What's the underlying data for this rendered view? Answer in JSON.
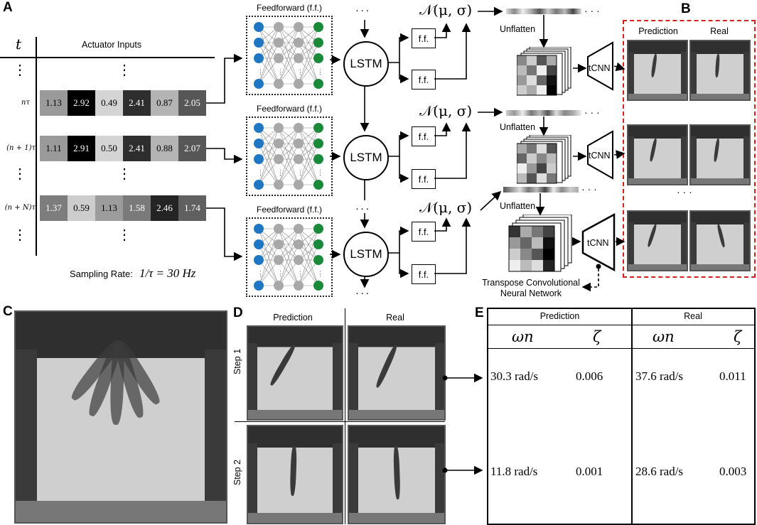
{
  "panels": {
    "a": "A",
    "b": "B",
    "c": "C",
    "d": "D",
    "e": "E"
  },
  "table_a": {
    "t_header": "t",
    "inputs_header": "Actuator Inputs",
    "rows": [
      {
        "label": "nτ",
        "values": [
          "1.13",
          "2.92",
          "0.49",
          "2.41",
          "0.87",
          "2.05"
        ]
      },
      {
        "label": "(n + 1)τ",
        "values": [
          "1.11",
          "2.91",
          "0.50",
          "2.41",
          "0.88",
          "2.07"
        ]
      },
      {
        "label": "(n + N)τ",
        "values": [
          "1.37",
          "0.59",
          "1.13",
          "1.58",
          "2.46",
          "1.74"
        ]
      }
    ],
    "vdots": "⋮",
    "sampling_label": "Sampling Rate:",
    "sampling_formula": "1/τ = 30 Hz"
  },
  "network": {
    "feedforward_label": "Feedforward (f.f.)",
    "lstm_label": "LSTM",
    "ff_label": "f.f.",
    "normal_label": "𝒩(μ, σ)",
    "unflatten_label": "Unflatten",
    "tcnn_label": "tCNN",
    "tcnn_caption_line1": "Transpose Convolutional",
    "tcnn_caption_line2": "Neural Network",
    "dots": "· · ·"
  },
  "panel_b": {
    "prediction": "Prediction",
    "real": "Real",
    "dots": "· · ·"
  },
  "panel_d": {
    "prediction": "Prediction",
    "real": "Real",
    "step1": "Step 1",
    "step2": "Step 2"
  },
  "panel_e": {
    "prediction": "Prediction",
    "real": "Real",
    "omega": "ωn",
    "zeta": "ζ",
    "rows": [
      {
        "pred_omega": "30.3 rad/s",
        "pred_zeta": "0.006",
        "real_omega": "37.6 rad/s",
        "real_zeta": "0.011"
      },
      {
        "pred_omega": "11.8 rad/s",
        "pred_zeta": "0.001",
        "real_omega": "28.6 rad/s",
        "real_zeta": "0.003"
      }
    ]
  },
  "colors": {
    "input_node": "#1f77c4",
    "hidden_node": "#a8a8a8",
    "output_node": "#1a8a3a",
    "dashed_box": "#d62020"
  }
}
